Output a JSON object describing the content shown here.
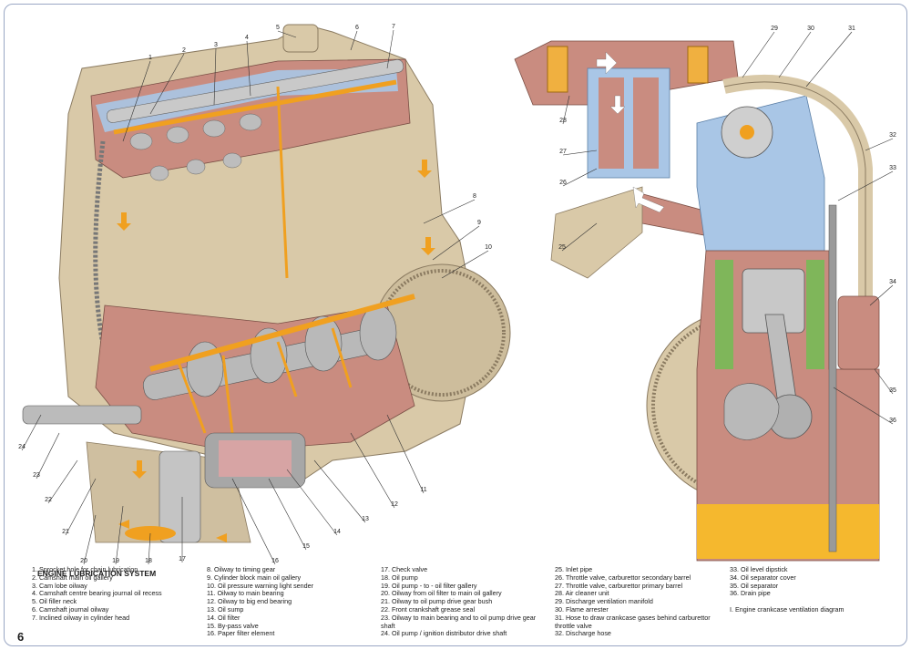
{
  "page_number": "6",
  "legend_title": "ENGINE LUBRICATION SYSTEM",
  "legend_col1": [
    "1. Sprocket hole for chain lubrication",
    "2. Camshaft main oil gallery",
    "3. Cam lobe oilway",
    "4. Camshaft centre bearing journal oil recess",
    "5. Oil filler neck",
    "6. Camshaft journal oilway",
    "7. Inclined oilway in cylinder head"
  ],
  "legend_col2": [
    "8. Oilway to timing gear",
    "9. Cylinder block main oil gallery",
    "10. Oil pressure warning light sender",
    "11. Oilway to main bearing",
    "12. Oilway to big end bearing",
    "13. Oil sump",
    "14. Oil filter",
    "15. By-pass valve",
    "16. Paper filter element"
  ],
  "legend_col3": [
    "17. Check valve",
    "18. Oil pump",
    "19. Oil pump - to - oil filter gallery",
    "20. Oilway from oil filter to main oil gallery",
    "21. Oilway to oil pump drive gear bush",
    "22. Front crankshaft grease seal",
    "23. Oilway to main bearing and to oil pump drive gear",
    "shaft",
    "24. Oil pump / ignition distributor drive shaft"
  ],
  "legend_col4": [
    "25. Inlet pipe",
    "26. Throttle valve, carburettor secondary barrel",
    "27. Throttle valve, carburettor primary barrel",
    "28. Air cleaner unit",
    "29. Discharge ventilation manifold",
    "30. Flame arrester",
    "31. Hose to draw crankcase gases behind carburettor",
    "throttle valve",
    "32. Discharge hose"
  ],
  "legend_col5": [
    "33. Oil level dipstick",
    "34. Oil separator cover",
    "35. Oil separator",
    "36. Drain pipe",
    "",
    "I. Engine crankcase ventilation diagram"
  ],
  "callouts": [
    "1",
    "2",
    "3",
    "4",
    "5",
    "6",
    "7",
    "8",
    "9",
    "10",
    "11",
    "12",
    "13",
    "14",
    "15",
    "16",
    "17",
    "18",
    "19",
    "20",
    "21",
    "22",
    "23",
    "24",
    "25",
    "26",
    "27",
    "28",
    "29",
    "30",
    "31",
    "32",
    "33",
    "34",
    "35",
    "36"
  ],
  "colors": {
    "casing": "#d9c9a8",
    "casing_dark": "#bfa98a",
    "block_section": "#c98c80",
    "coolant": "#a9c6e6",
    "oil": "#f0a020",
    "oil_sump": "#f5b82e",
    "steel": "#b9b9b9",
    "green_gasket": "#7fb65a",
    "border": "#9aa7c4"
  }
}
